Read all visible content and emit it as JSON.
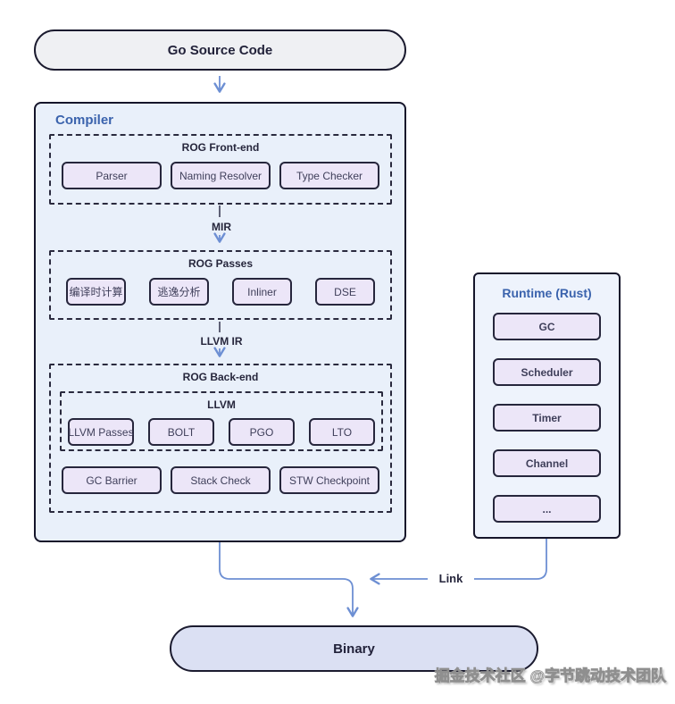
{
  "nodes": {
    "source": "Go Source Code",
    "binary": "Binary"
  },
  "compiler": {
    "title": "Compiler",
    "mir_label": "MIR",
    "llvm_ir_label": "LLVM IR",
    "frontend": {
      "title": "ROG Front-end",
      "items": [
        "Parser",
        "Naming Resolver",
        "Type Checker"
      ]
    },
    "passes": {
      "title": "ROG Passes",
      "items": [
        "编译时计算",
        "逃逸分析",
        "Inliner",
        "DSE"
      ]
    },
    "backend": {
      "title": "ROG Back-end",
      "llvm": {
        "title": "LLVM",
        "items": [
          "LLVM Passes",
          "BOLT",
          "PGO",
          "LTO"
        ]
      },
      "items": [
        "GC Barrier",
        "Stack Check",
        "STW Checkpoint"
      ]
    }
  },
  "runtime": {
    "title": "Runtime (Rust)",
    "items": [
      "GC",
      "Scheduler",
      "Timer",
      "Channel",
      "..."
    ]
  },
  "link_label": "Link",
  "watermark": "掘金技术社区 @字节跳动技术团队",
  "colors": {
    "accent_blue_title": "#3b63ad",
    "arrow_blue": "#6d8fd3",
    "stub_dark": "#3c3c55",
    "chip_fill": "#ece6f8",
    "chip_border": "#26263c",
    "compiler_fill": "#e9f0fa",
    "runtime_fill": "#eef3fc",
    "source_pill_fill": "#eff0f3",
    "binary_pill_fill": "#dbe0f3",
    "outline_dark": "#15152a"
  }
}
